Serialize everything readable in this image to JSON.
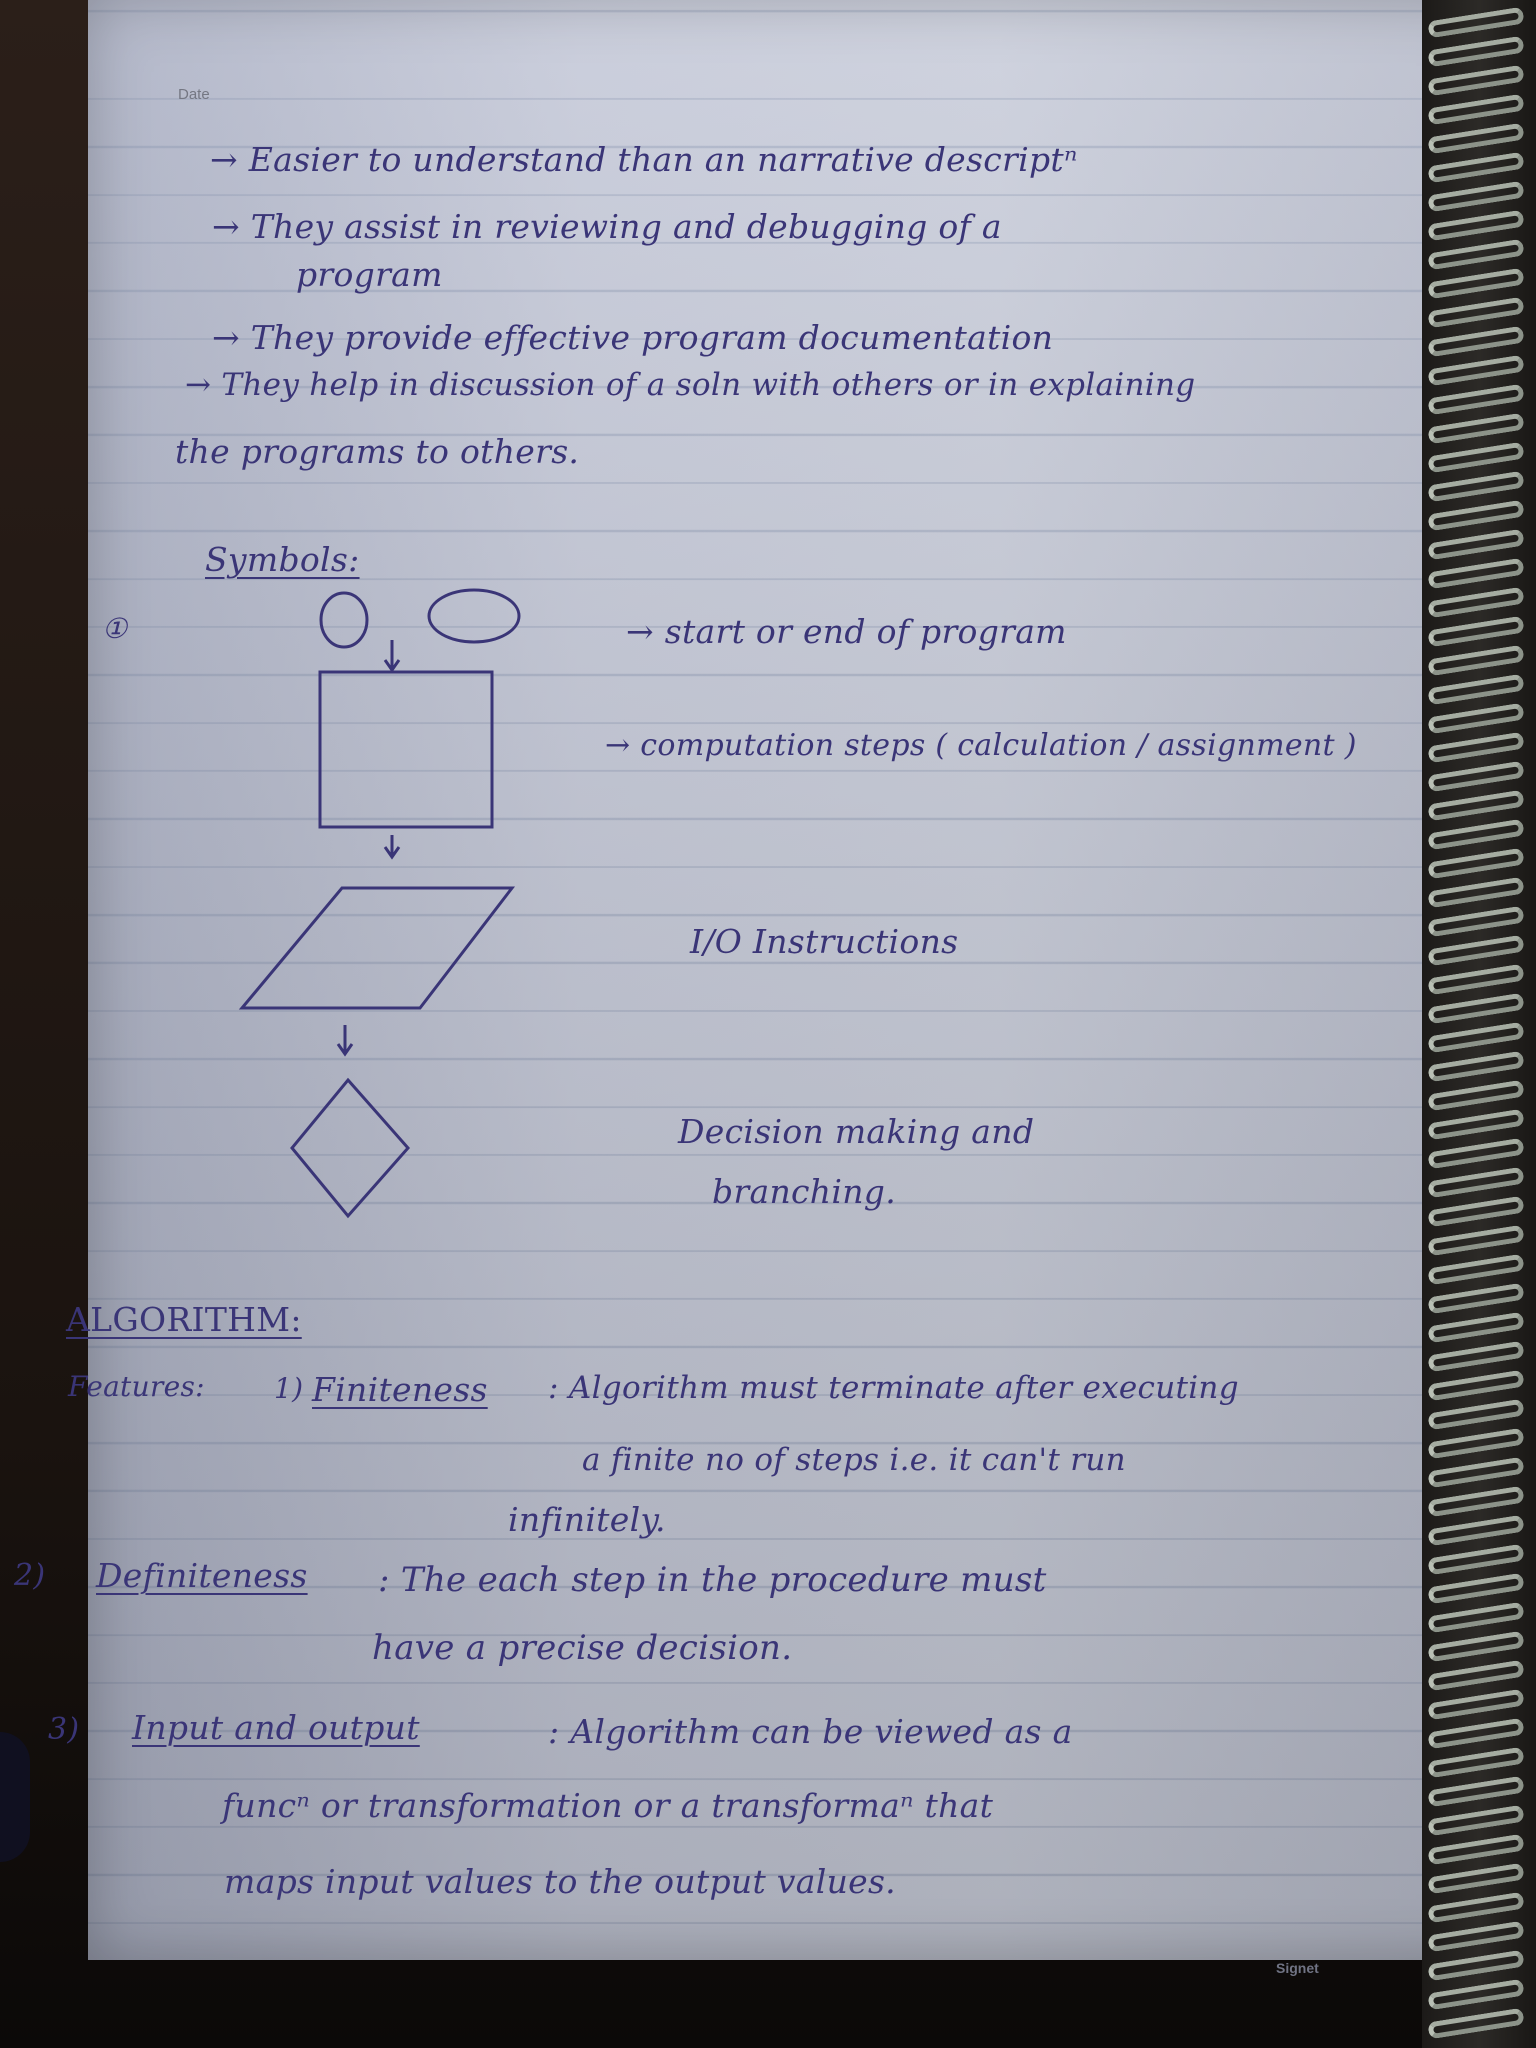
{
  "header": {
    "date_label": "Date"
  },
  "notes": {
    "bullets": [
      "→ Easier to understand than an narrative descriptⁿ",
      "→ They assist in reviewing and debugging of a",
      "program",
      "→ They provide effective program documentation",
      "→ They help in discussion of a soln with others or in explaining",
      "the programs to others."
    ],
    "symbols_heading": "Symbols:",
    "symbol_number": "①",
    "symbols": [
      "→ start or end of program",
      "→ computation steps ( calculation / assignment )",
      "I/O Instructions",
      "Decision making and",
      "branching."
    ],
    "algorithm_heading": "ALGORITHM:",
    "features_label": "Features:",
    "features": [
      {
        "num": "1)",
        "term": "Finiteness",
        "line1": ": Algorithm must terminate after executing",
        "line2": "a finite no of steps i.e. it can't run",
        "line3": "infinitely."
      },
      {
        "num": "2)",
        "term": "Definiteness",
        "line1": ": The each step in the procedure must",
        "line2": "have a precise decision."
      },
      {
        "num": "3)",
        "term": "Input and output",
        "line1": ": Algorithm can be viewed as a",
        "line2": "funcⁿ or transformation or a transformaⁿ that",
        "line3": "maps input values to the output values."
      }
    ]
  },
  "footer": {
    "brand": "Signet"
  },
  "colors": {
    "ink": "#3a3577",
    "paper": "#c7cbda",
    "rule": "#7887a5"
  }
}
